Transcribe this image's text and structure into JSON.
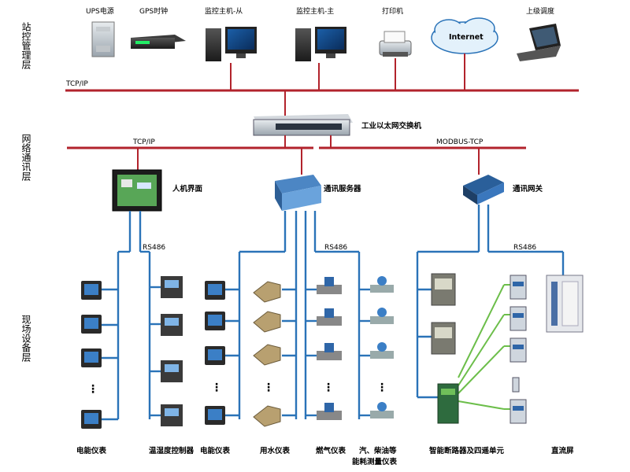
{
  "layers": {
    "top": "站控管理层",
    "mid": "网络通讯层",
    "bottom": "现场设备层"
  },
  "station": {
    "ups": "UPS电源",
    "gps": "GPS时钟",
    "host_slave": "监控主机-从",
    "host_master": "监控主机-主",
    "printer": "打印机",
    "internet": "Internet",
    "remote": "上级调度"
  },
  "network": {
    "tcp_top": "TCP/IP",
    "switch": "工业以太网交换机",
    "tcp_mid": "TCP/IP",
    "modbus": "MODBUS-TCP",
    "hmi": "人机界面",
    "comm_server": "通讯服务器",
    "gateway": "通讯网关",
    "rs485_a": "RS486",
    "rs485_b": "RS486",
    "rs485_c": "RS486"
  },
  "field": {
    "power_meter_1": "电能仪表",
    "temp_ctrl": "温湿度控制器",
    "power_meter_2": "电能仪表",
    "water_meter": "用水仪表",
    "gas_meter": "燃气仪表",
    "steam_line1": "汽、柴油等",
    "steam_line2": "能耗测量仪表",
    "breaker": "智能断路器及四遥单元",
    "dc_screen": "直流屏",
    "ellipsis": "⋮"
  },
  "colors": {
    "bus": "#b2232c",
    "rs485": "#2a73b8",
    "signal": "#6cbe4a"
  }
}
